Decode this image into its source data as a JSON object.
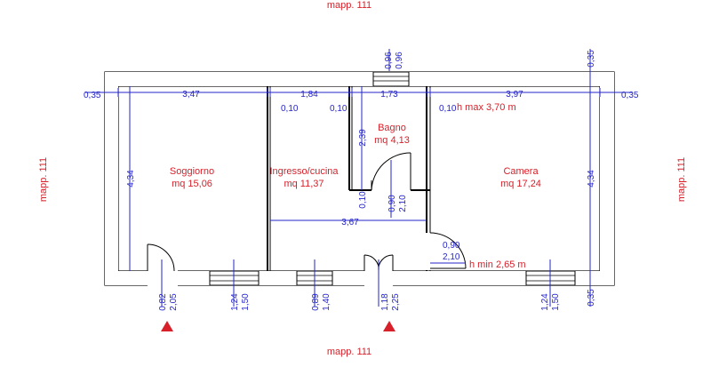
{
  "colors": {
    "boundary_text": "#d8202a",
    "dimension": "#2626c8",
    "wall": "#000000",
    "entrance_marker": "#d8202a"
  },
  "boundaries": {
    "top": "mapp. 111",
    "bottom": "mapp. 111",
    "left": "mapp. 111",
    "right": "mapp. 111"
  },
  "rooms": {
    "soggiorno": {
      "name": "Soggiorno",
      "area": "mq 15,06"
    },
    "ingresso": {
      "name": "Ingresso/cucina",
      "area": "mq 11,37"
    },
    "bagno": {
      "name": "Bagno",
      "area": "mq 4,13"
    },
    "camera": {
      "name": "Camera",
      "area": "mq 17,24"
    }
  },
  "heights": {
    "max": "h max 3,70 m",
    "min": "h min 2,65 m"
  },
  "dims": {
    "wall_left": "0,35",
    "wall_right": "0,35",
    "wall_top_right": "0,35",
    "wall_bottom_right": "0,35",
    "soggiorno_w": "3,47",
    "ingresso_w": "1,84",
    "bagno_w": "1,73",
    "camera_w": "3,97",
    "int_wall_1": "0,10",
    "int_wall_2": "0,10",
    "int_wall_3": "0,10",
    "int_wall_v": "0,10",
    "bagno_h": "2,39",
    "soggiorno_h": "4,34",
    "camera_h": "4,34",
    "ingresso_w2": "3,67",
    "top_win_a": "0,96",
    "top_win_b": "0,96",
    "bagno_door_a": "0,90",
    "bagno_door_b": "2,10",
    "camera_door_a": "0,90",
    "camera_door_b": "2,10",
    "open1_a": "0,82",
    "open1_b": "2,05",
    "win1_a": "1,24",
    "win1_b": "1,50",
    "win2_a": "0,89",
    "win2_b": "1,40",
    "open2_a": "1,18",
    "open2_b": "2,25",
    "win3_a": "1,24",
    "win3_b": "1,50"
  }
}
